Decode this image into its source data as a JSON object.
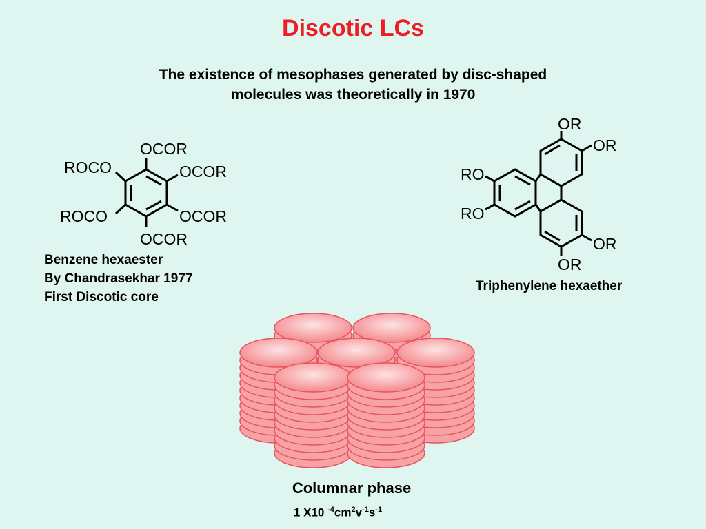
{
  "title": "Discotic LCs",
  "subtitle": {
    "line1": "The existence of mesophases generated by disc-shaped",
    "line2": "molecules was theoretically in 1970"
  },
  "benzene": {
    "substituents": {
      "top": "OCOR",
      "upper_right": "OCOR",
      "lower_right": "OCOR",
      "bottom": "OCOR",
      "lower_left": "ROCO",
      "upper_left": "ROCO"
    },
    "caption": [
      "Benzene hexaester",
      "By Chandrasekhar 1977",
      "First Discotic core"
    ]
  },
  "triphenylene": {
    "substituents": {
      "top1": "OR",
      "top2": "OR",
      "left1": "RO",
      "left2": "RO",
      "bottom1": "OR",
      "bottom2": "OR"
    },
    "caption": "Triphenylene hexaether"
  },
  "columnar": {
    "label": "Columnar phase",
    "mobility": {
      "prefix": "1 X10 ",
      "exp1": "-4",
      "unit1": "cm",
      "exp2": "2",
      "unit2": "v",
      "exp3": "-1",
      "unit3": "s",
      "exp4": "-1"
    }
  },
  "colors": {
    "title": "#ee1c25",
    "background": "#dff5f0",
    "disc_fill": "#f7a3a6",
    "disc_edge": "#e8545e"
  }
}
